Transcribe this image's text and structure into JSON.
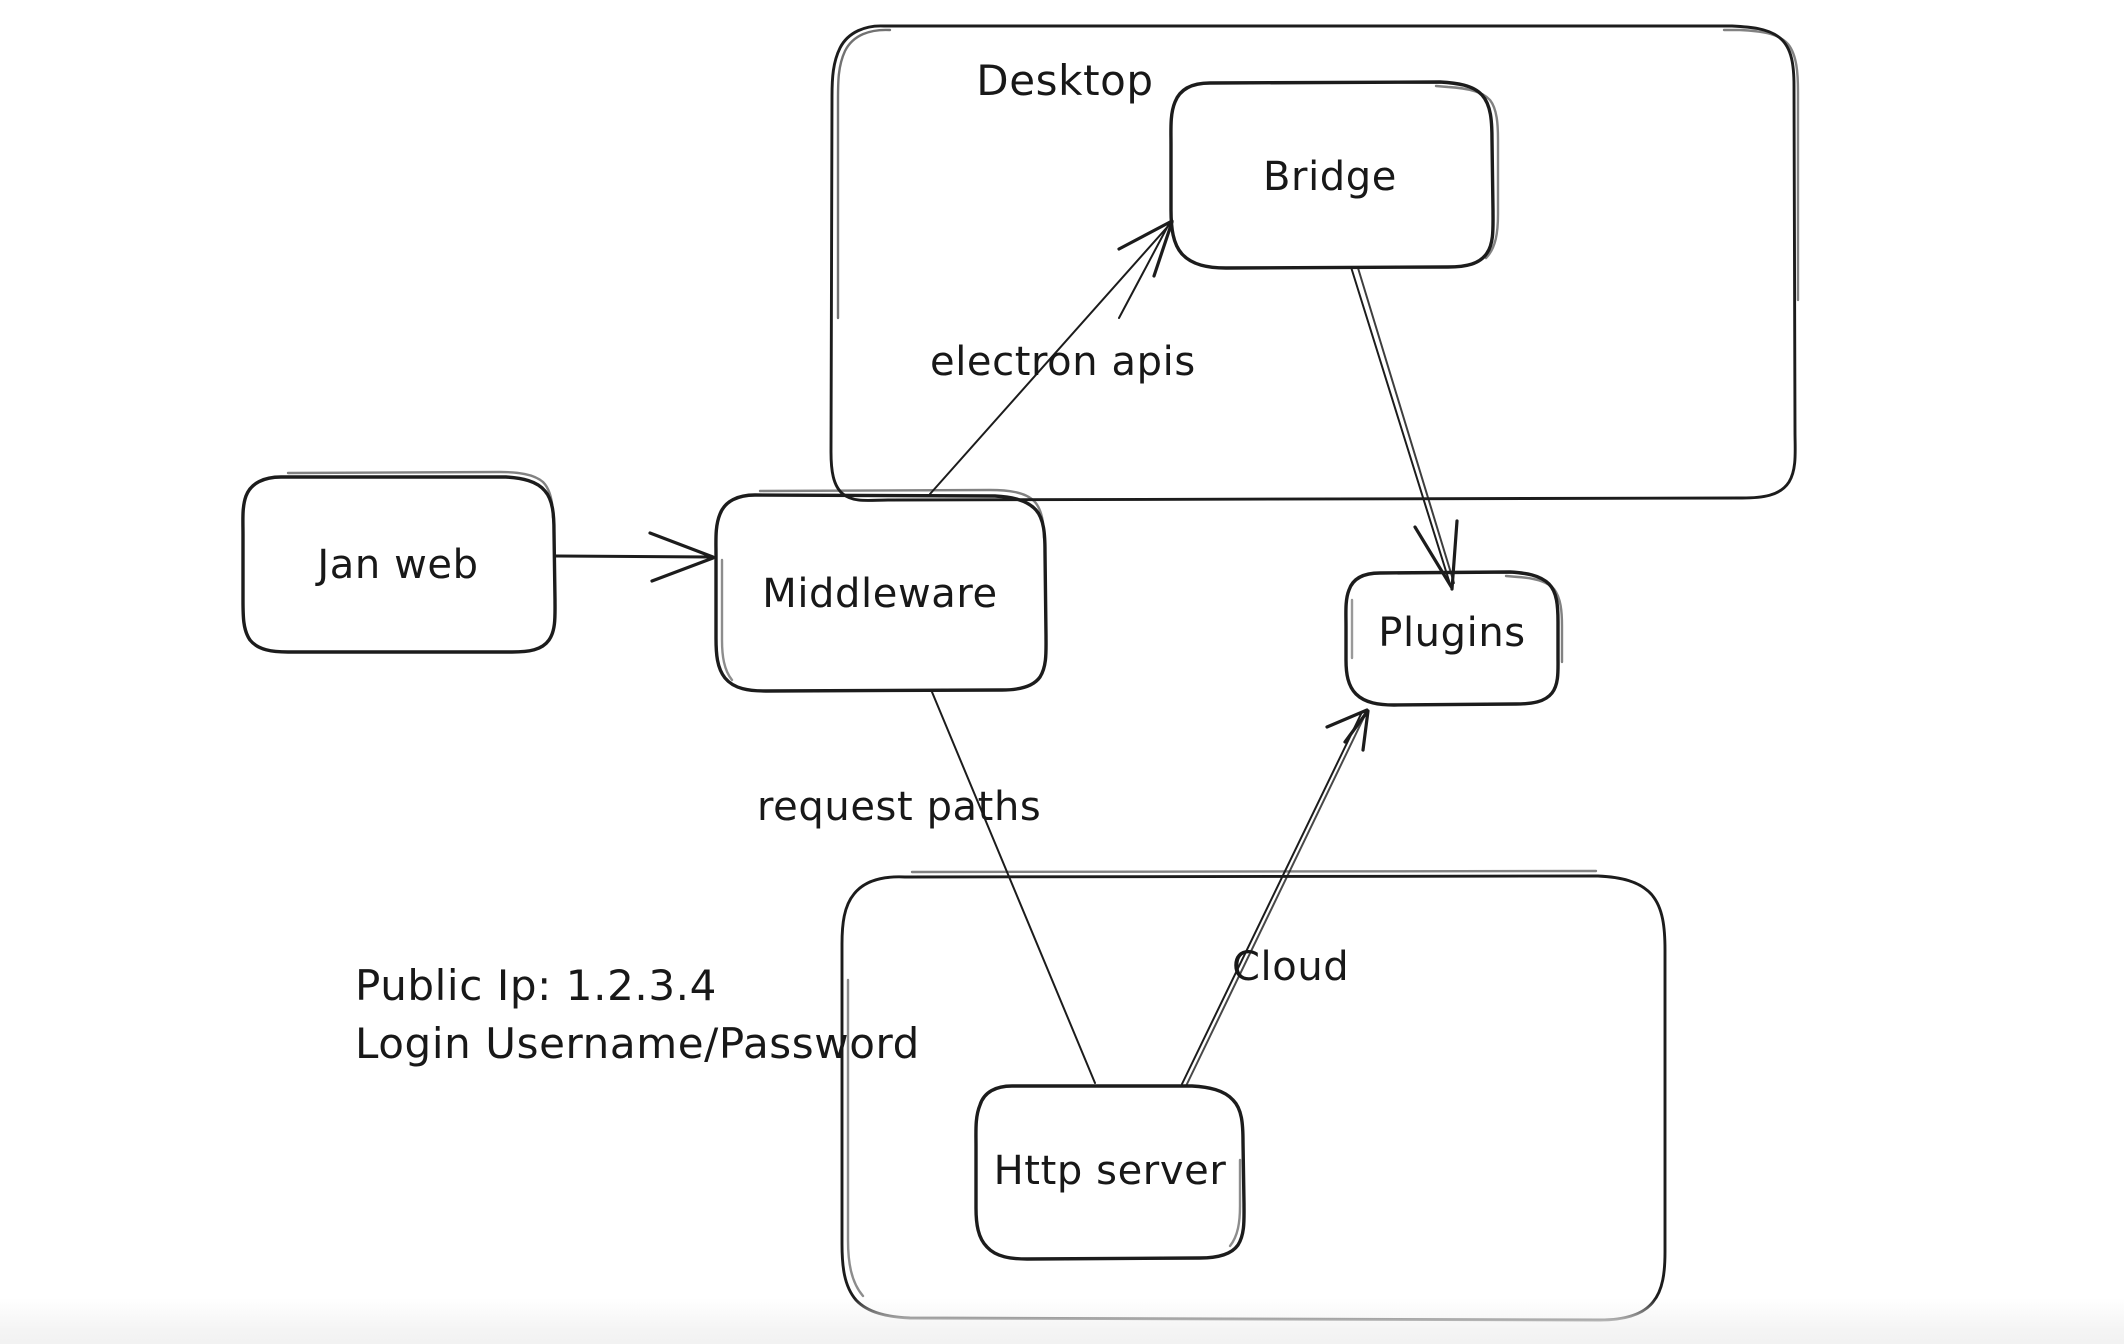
{
  "diagram": {
    "title": "Jan architecture sketch",
    "style": "hand-drawn whiteboard sketch",
    "background_color": "#ffffff",
    "stroke_color": "#1c1c1c",
    "text_color": "#181818",
    "groups": [
      {
        "id": "desktop",
        "label": "Desktop"
      },
      {
        "id": "cloud",
        "label": ""
      }
    ],
    "nodes": [
      {
        "id": "jan-web",
        "label": "Jan web"
      },
      {
        "id": "middleware",
        "label": "Middleware"
      },
      {
        "id": "bridge",
        "label": "Bridge"
      },
      {
        "id": "plugins",
        "label": "Plugins"
      },
      {
        "id": "http-server",
        "label": "Http server"
      }
    ],
    "edges": [
      {
        "id": "web-to-middleware",
        "from": "jan-web",
        "to": "middleware",
        "label": ""
      },
      {
        "id": "middleware-to-bridge",
        "from": "middleware",
        "to": "bridge",
        "label": "electron apis"
      },
      {
        "id": "bridge-to-plugins",
        "from": "bridge",
        "to": "plugins",
        "label": ""
      },
      {
        "id": "middleware-to-http",
        "from": "middleware",
        "to": "http-server",
        "label": "request paths"
      },
      {
        "id": "http-to-plugins",
        "from": "http-server",
        "to": "plugins",
        "label": "Cloud"
      }
    ],
    "notes": [
      {
        "id": "public-ip",
        "text": "Public Ip: 1.2.3.4"
      },
      {
        "id": "login",
        "text": "Login Username/Password"
      }
    ]
  }
}
